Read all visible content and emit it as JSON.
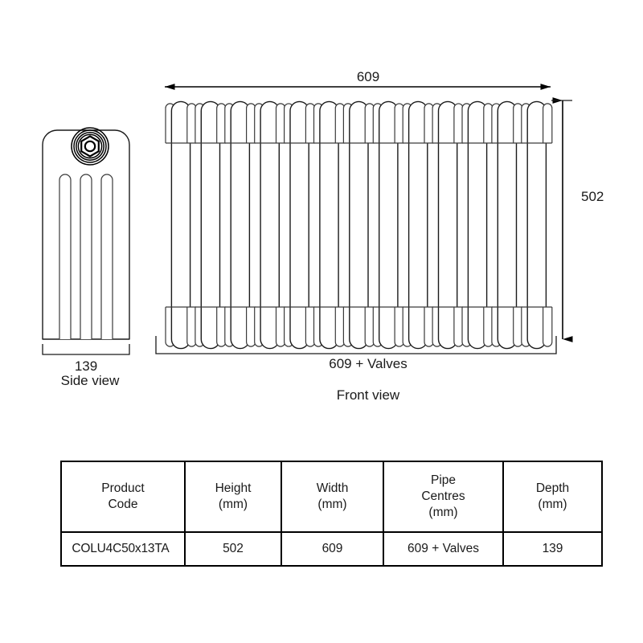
{
  "drawing": {
    "front_view": {
      "label": "Front view",
      "width_dim": "609",
      "height_dim": "502",
      "pipe_centres_dim": "609 + Valves",
      "sections": 13,
      "columns_per_section": 4
    },
    "side_view": {
      "label": "Side view",
      "depth_dim": "139",
      "slot_count": 3,
      "valve_icon": "hex-nut-icon"
    },
    "line_color": "#1a1a1a",
    "fill_color": "#ffffff"
  },
  "spec_table": {
    "headers": [
      {
        "line1": "Product",
        "line2": "Code",
        "line3": ""
      },
      {
        "line1": "Height",
        "line2": "(mm)",
        "line3": ""
      },
      {
        "line1": "Width",
        "line2": "(mm)",
        "line3": ""
      },
      {
        "line1": "Pipe",
        "line2": "Centres",
        "line3": "(mm)"
      },
      {
        "line1": "Depth",
        "line2": "(mm)",
        "line3": ""
      }
    ],
    "row": {
      "product_code": "COLU4C50x13TA",
      "height": "502",
      "width": "609",
      "pipe_centres": "609 + Valves",
      "depth": "139"
    }
  }
}
